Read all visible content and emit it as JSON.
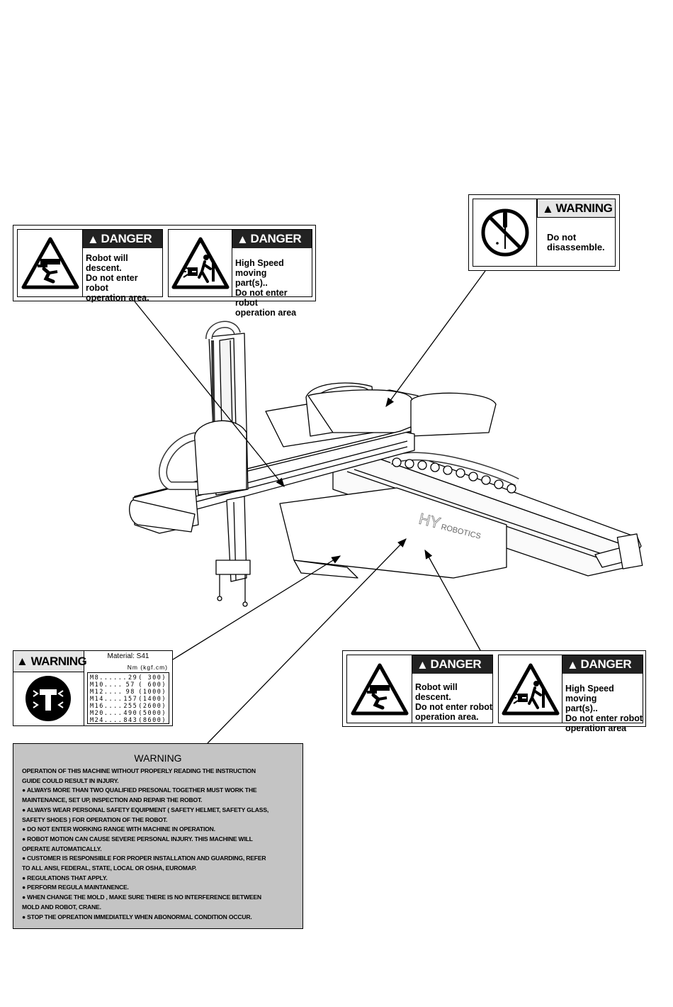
{
  "danger_labels_top": [
    {
      "header": "DANGER",
      "text": "Robot will\ndescent.\nDo not enter robot\noperation area.",
      "icon": "crush-hazard-icon"
    },
    {
      "header": "DANGER",
      "text": "High Speed moving\npart(s)..\nDo not enter robot\noperation area",
      "icon": "moving-parts-icon"
    }
  ],
  "warning_disassemble": {
    "header": "WARNING",
    "text": "Do not\ndisassemble.",
    "icon": "no-screwdriver-icon"
  },
  "torque_label": {
    "header": "WARNING",
    "material": "Material: S41",
    "units": "Nm  (kgf.cm)",
    "rows": [
      {
        "bolt": "M8......",
        "nm": "29",
        "kgf": "( 300)"
      },
      {
        "bolt": "M10....",
        "nm": "57",
        "kgf": "( 600)"
      },
      {
        "bolt": "M12....",
        "nm": "98",
        "kgf": "(1000)"
      },
      {
        "bolt": "M14....",
        "nm": "157",
        "kgf": "(1400)"
      },
      {
        "bolt": "M16....",
        "nm": "255",
        "kgf": "(2600)"
      },
      {
        "bolt": "M20....",
        "nm": "490",
        "kgf": "(5000)"
      },
      {
        "bolt": "M24....",
        "nm": "843",
        "kgf": "(8600)"
      }
    ],
    "icon": "bolt-torque-icon"
  },
  "danger_labels_bottom": [
    {
      "header": "DANGER",
      "text": "Robot will\ndescent.\nDo not enter robot\noperation area.",
      "icon": "crush-hazard-icon"
    },
    {
      "header": "DANGER",
      "text": "High Speed moving\npart(s)..\nDo not enter robot\noperation area",
      "icon": "moving-parts-icon"
    }
  ],
  "robot_brand": {
    "hy": "HY",
    "robotics": "ROBOTICS"
  },
  "big_warning": {
    "title": "WARNING",
    "lines": [
      "OPERATION OF THIS MACHINE WITHOUT PROPERLY READING THE INSTRUCTION",
      "GUIDE COULD RESULT IN INJURY.",
      "● ALWAYS MORE THAN TWO QUALIFIED PRESONAL TOGETHER MUST WORK THE",
      "MAINTENANCE, SET UP, INSPECTION AND REPAIR THE ROBOT.",
      "● ALWAYS WEAR PERSONAL SAFETY EQUIPMENT ( SAFETY HELMET, SAFETY GLASS,",
      "SAFETY SHOES ) FOR OPERATION OF THE ROBOT.",
      "● DO NOT ENTER WORKING RANGE WITH MACHINE IN OPERATION.",
      "● ROBOT MOTION CAN CAUSE SEVERE PERSONAL INJURY. THIS MACHINE WILL",
      "OPERATE AUTOMATICALLY.",
      "● CUSTOMER IS RESPONSIBLE FOR PROPER INSTALLATION AND GUARDING, REFER",
      "TO ALL ANSI, FEDERAL, STATE, LOCAL OR OSHA, EUROMAP.",
      "● REGULATIONS THAT APPLY.",
      "● PERFORM REGULA MAINTANENCE.",
      "● WHEN CHANGE THE MOLD , MAKE SURE THERE IS NO  INTERFERENCE BETWEEN",
      "MOLD AND ROBOT, CRANE.",
      "● STOP THE OPREATION IMMEDIATELY WHEN ABONORMAL CONDITION OCCUR."
    ]
  }
}
